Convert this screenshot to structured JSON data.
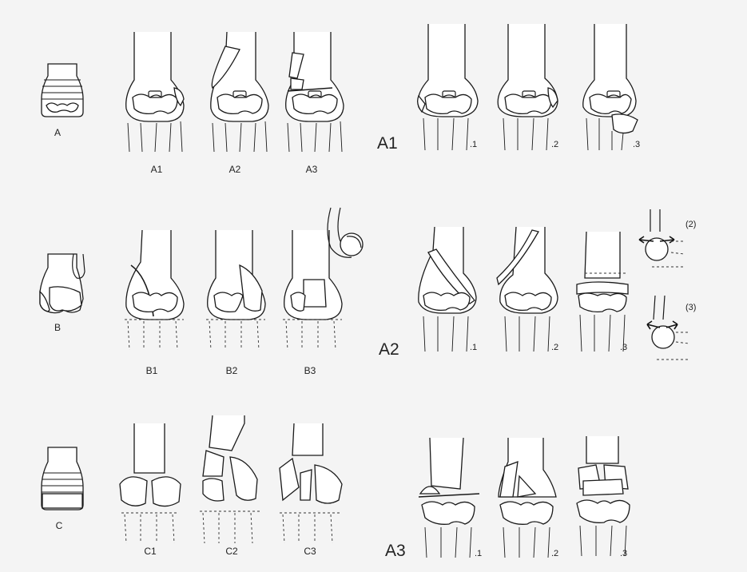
{
  "figure": {
    "left_panel": {
      "rows": [
        {
          "type_label": "A",
          "subtypes": [
            "A1",
            "A2",
            "A3"
          ]
        },
        {
          "type_label": "B",
          "subtypes": [
            "B1",
            "B2",
            "B3"
          ]
        },
        {
          "type_label": "C",
          "subtypes": [
            "C1",
            "C2",
            "C3"
          ]
        }
      ]
    },
    "right_panel": {
      "rows": [
        {
          "group_label": "A1",
          "variants": [
            ".1",
            ".2",
            ".3"
          ]
        },
        {
          "group_label": "A2",
          "variants": [
            ".1",
            ".2",
            ".3"
          ]
        },
        {
          "group_label": "A3",
          "variants": [
            ".1",
            ".2",
            ".3"
          ]
        }
      ],
      "insets": [
        "(2)",
        "(3)"
      ]
    }
  }
}
